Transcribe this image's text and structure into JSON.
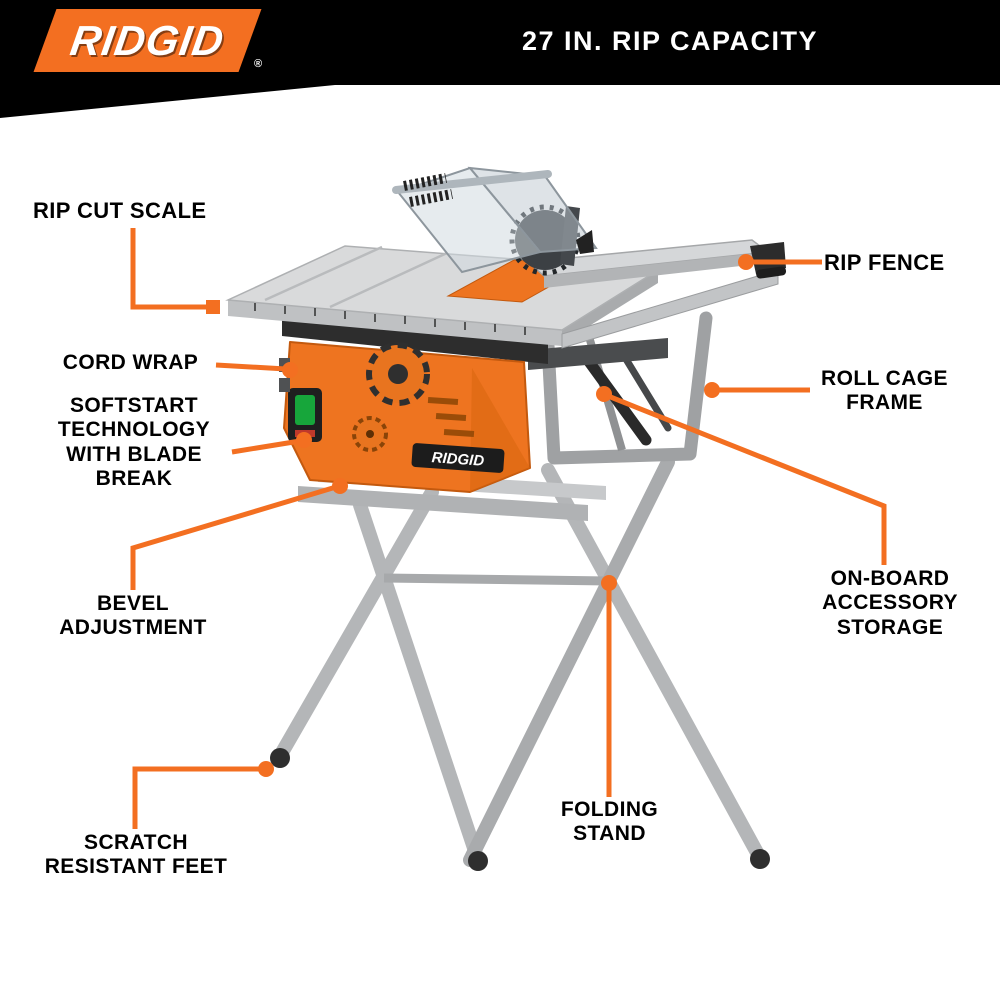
{
  "header": {
    "brand": "RIDGID",
    "registered_mark": "®",
    "title": "27 IN. RIP CAPACITY"
  },
  "colors": {
    "accent_orange": "#F36F21",
    "banner_black": "#000000",
    "label_text": "#000000"
  },
  "product": {
    "brand_on_saw": "RIDGID"
  },
  "callouts": [
    {
      "id": "rip-cut-scale",
      "label": "RIP CUT SCALE"
    },
    {
      "id": "rip-fence",
      "label": "RIP FENCE"
    },
    {
      "id": "cord-wrap",
      "label": "CORD WRAP"
    },
    {
      "id": "softstart-technology",
      "label": "SOFTSTART\nTECHNOLOGY\nWITH BLADE\nBREAK"
    },
    {
      "id": "bevel-adjustment",
      "label": "BEVEL\nADJUSTMENT"
    },
    {
      "id": "roll-cage-frame",
      "label": "ROLL CAGE\nFRAME"
    },
    {
      "id": "on-board-accessory-storage",
      "label": "ON-BOARD\nACCESSORY\nSTORAGE"
    },
    {
      "id": "folding-stand",
      "label": "FOLDING\nSTAND"
    },
    {
      "id": "scratch-resistant-feet",
      "label": "SCRATCH\nRESISTANT FEET"
    }
  ]
}
